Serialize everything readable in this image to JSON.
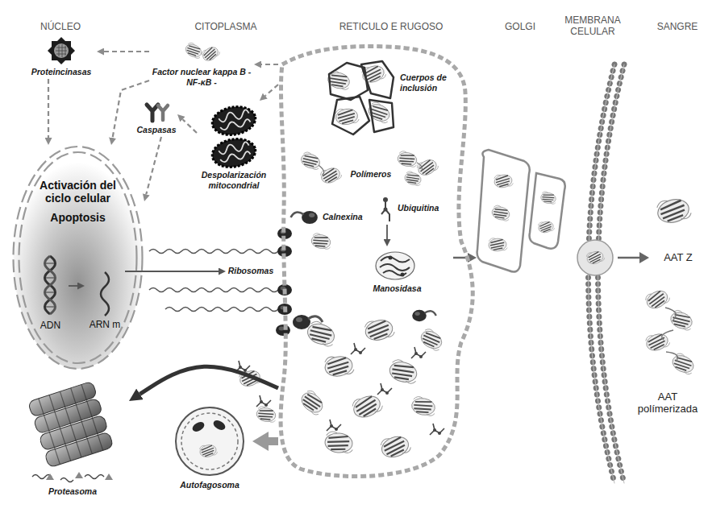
{
  "diagram": {
    "nodes": [
      {
        "text": [
          "Proteincinasas"
        ]
      },
      {
        "text": [
          "Factor nuclear kappa B - NF-κB -"
        ]
      },
      {
        "text": [
          "Caspasas"
        ]
      },
      {
        "text": [
          "Despolarización mitocondrial"
        ]
      },
      {
        "text": [
          "Activación del ciclo celular",
          "Apoptosis"
        ]
      },
      {
        "text": [
          "ADN"
        ],
        "in": 4
      },
      {
        "text": [
          "ARN m"
        ],
        "in": 4
      },
      {
        "text": [
          "Ribosomas"
        ]
      },
      {
        "text": [
          "RETICULO E RUGOSO"
        ]
      },
      {
        "text": [
          "Cuerpos de inclusión"
        ],
        "in": 8
      },
      {
        "text": [
          "Polímeros"
        ],
        "in": 8
      },
      {
        "text": [
          "Calnexina"
        ],
        "in": 8
      },
      {
        "text": [
          "Ubiquitina"
        ],
        "in": 8
      },
      {
        "text": [
          "Manosidasa"
        ],
        "in": 8
      },
      {
        "text": [
          "Proteasoma"
        ]
      },
      {
        "text": [
          "Autofagosoma"
        ]
      }
    ],
    "edges": [
      {
        "from": 8,
        "to": 1,
        "arrow": "to"
      },
      {
        "from": 1,
        "to": 0,
        "arrow": "to"
      },
      {
        "from": 0,
        "to": 4,
        "arrow": "to"
      },
      {
        "from": 1,
        "to": 4,
        "arrow": "to"
      },
      {
        "from": 8,
        "to": 3,
        "arrow": "to"
      },
      {
        "from": 3,
        "to": 2,
        "arrow": "to"
      },
      {
        "from": 2,
        "to": 4,
        "arrow": "to"
      },
      {
        "from": 5,
        "to": 6,
        "arrow": "to"
      },
      {
        "from": 6,
        "to": 7,
        "arrow": "to"
      },
      {
        "from": 12,
        "to": 13,
        "arrow": "to"
      },
      {
        "from": 8,
        "to": 14,
        "arrow": "to"
      },
      {
        "from": 8,
        "to": 15,
        "arrow": "to"
      }
    ],
    "labels": [
      "NÚCLEO",
      "CITOPLASMA",
      "GOLGI",
      "MEMBRANA CELULAR",
      "SANGRE",
      "AAT Z",
      "AAT polímerizada"
    ]
  }
}
